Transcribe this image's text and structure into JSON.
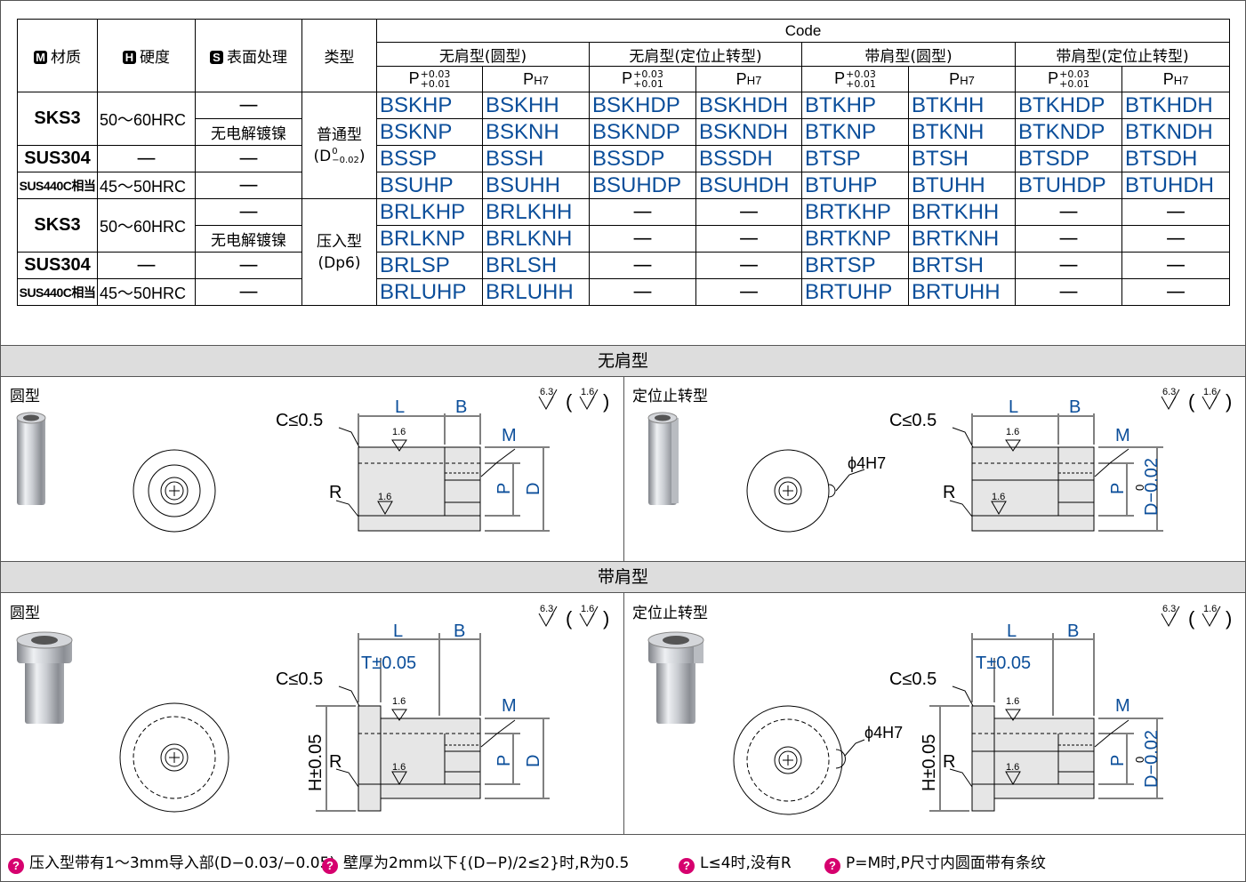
{
  "table": {
    "headers": {
      "material": "材质",
      "material_badge": "M",
      "hardness": "硬度",
      "hardness_badge": "H",
      "surface": "表面处理",
      "surface_badge": "S",
      "type": "类型",
      "code": "Code",
      "groups": [
        "无肩型(圆型)",
        "无肩型(定位止转型)",
        "带肩型(圆型)",
        "带肩型(定位止转型)"
      ],
      "tol_p_letter": "P",
      "tol_p_upper": "+0.03",
      "tol_p_lower": "+0.01",
      "ph7": "P",
      "ph7_sub": "H7"
    },
    "rows": [
      {
        "material": "SKS3",
        "hardness": "50～60HRC",
        "surface": "—",
        "codes": [
          "BSKHP",
          "BSKHH",
          "BSKHDP",
          "BSKHDH",
          "BTKHP",
          "BTKHH",
          "BTKHDP",
          "BTKHDH"
        ]
      },
      {
        "surface": "无电解镀镍",
        "codes": [
          "BSKNP",
          "BSKNH",
          "BSKNDP",
          "BSKNDH",
          "BTKNP",
          "BTKNH",
          "BTKNDP",
          "BTKNDH"
        ]
      },
      {
        "material": "SUS304",
        "hardness": "—",
        "surface": "—",
        "codes": [
          "BSSP",
          "BSSH",
          "BSSDP",
          "BSSDH",
          "BTSP",
          "BTSH",
          "BTSDP",
          "BTSDH"
        ]
      },
      {
        "material": "SUS440C相当",
        "hardness": "45～50HRC",
        "surface": "—",
        "codes": [
          "BSUHP",
          "BSUHH",
          "BSUHDP",
          "BSUHDH",
          "BTUHP",
          "BTUHH",
          "BTUHDP",
          "BTUHDH"
        ]
      },
      {
        "material": "SKS3",
        "hardness": "50～60HRC",
        "surface": "—",
        "codes": [
          "BRLKHP",
          "BRLKHH",
          "—",
          "—",
          "BRTKHP",
          "BRTKHH",
          "—",
          "—"
        ]
      },
      {
        "surface": "无电解镀镍",
        "codes": [
          "BRLKNP",
          "BRLKNH",
          "—",
          "—",
          "BRTKNP",
          "BRTKNH",
          "—",
          "—"
        ]
      },
      {
        "material": "SUS304",
        "hardness": "—",
        "surface": "—",
        "codes": [
          "BRLSP",
          "BRLSH",
          "—",
          "—",
          "BRTSP",
          "BRTSH",
          "—",
          "—"
        ]
      },
      {
        "material": "SUS440C相当",
        "hardness": "45～50HRC",
        "surface": "—",
        "codes": [
          "BRLUHP",
          "BRLUHH",
          "—",
          "—",
          "BRTUHP",
          "BRTUHH",
          "—",
          "—"
        ]
      }
    ],
    "type_normal": "普通型",
    "type_normal_tol": "(D",
    "type_normal_upper": "0",
    "type_normal_lower": "−0.02",
    "type_normal_close": ")",
    "type_press": "压入型",
    "type_press_tol": "(Dp6)"
  },
  "sections": {
    "no_shoulder": "无肩型",
    "shoulder": "带肩型",
    "round": "圆型",
    "anti_rotation": "定位止转型"
  },
  "drawing": {
    "rough_outer": "6.3",
    "rough_inner": "1.6",
    "rough_face": "1.6",
    "chamfer": "C≤0.5",
    "L": "L",
    "B": "B",
    "M": "M",
    "R": "R",
    "P": "P",
    "D": "D",
    "D_tol": "D−0.02",
    "D_tol_zero": "0",
    "phi4": "ϕ4H7",
    "T": "T±0.05",
    "H": "H±0.05"
  },
  "notes": [
    {
      "text": "压入型带有1～3mm导入部(D−0.03/−0.05)"
    },
    {
      "text": "壁厚为2mm以下{(D−P)/2≤2}时,R为0.5"
    },
    {
      "text": "L≤4时,没有R"
    },
    {
      "text": "P=M时,P尺寸内圆面带有条纹"
    }
  ],
  "colors": {
    "code_blue": "#0b4e9a",
    "note_marker": "#d6006e",
    "section_bar": "#dddddd"
  }
}
